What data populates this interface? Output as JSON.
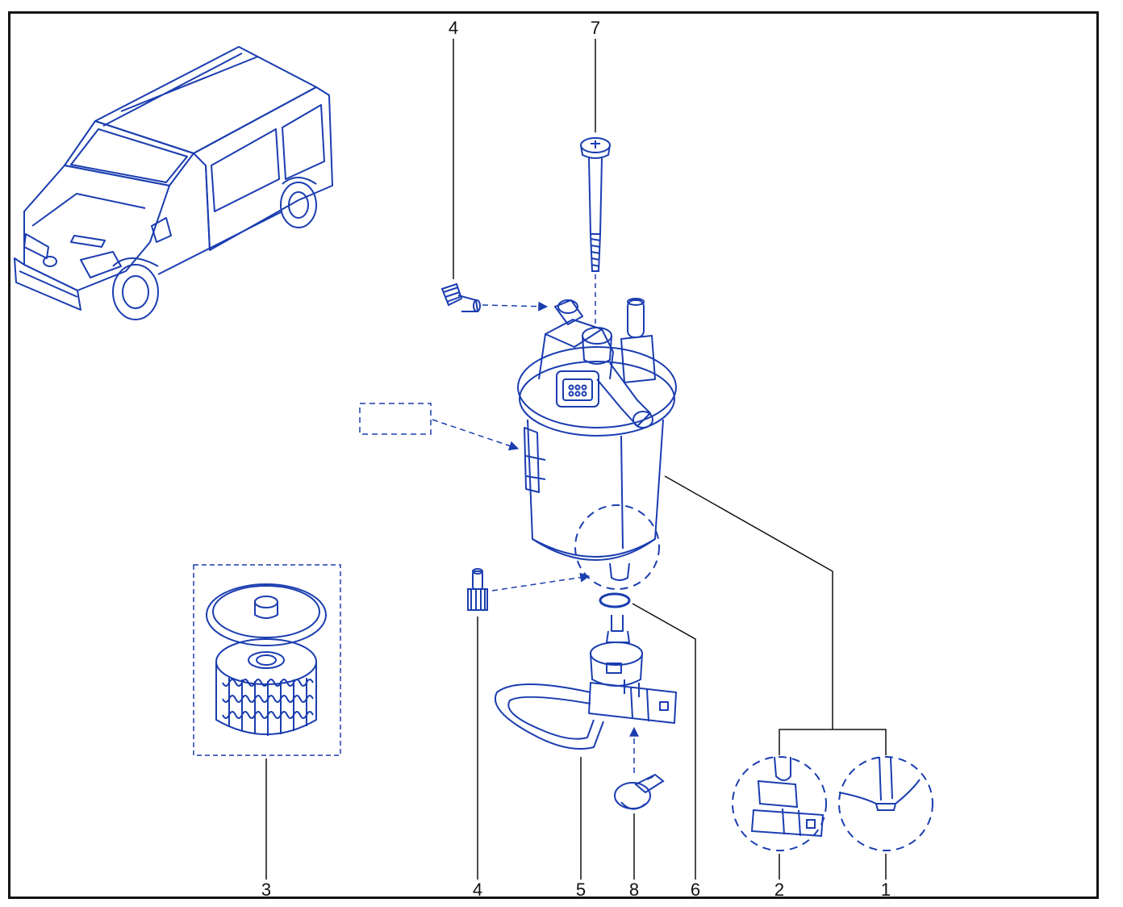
{
  "colors": {
    "line": "#1a3db0",
    "leader": "#111111",
    "frame": "#141414"
  },
  "callouts": {
    "c1": "1",
    "c2": "2",
    "c3": "3",
    "c4_top": "4",
    "c4_bottom": "4",
    "c5": "5",
    "c6": "6",
    "c7": "7",
    "c8": "8"
  }
}
